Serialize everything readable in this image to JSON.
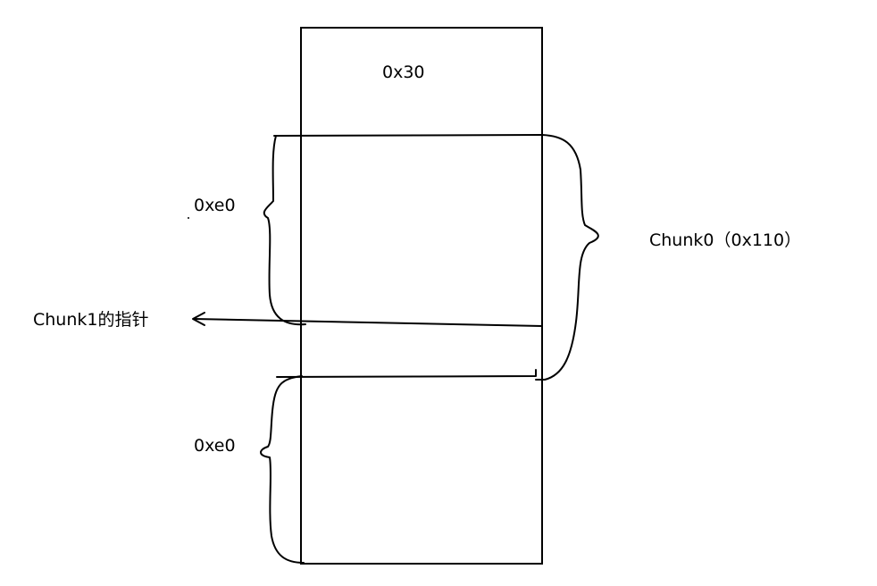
{
  "labels": {
    "top_block": "0x30",
    "upper_size": "0xe0",
    "lower_size": "0xe0",
    "chunk0": "Chunk0（0x110）",
    "chunk1_pointer": "Chunk1的指针"
  }
}
